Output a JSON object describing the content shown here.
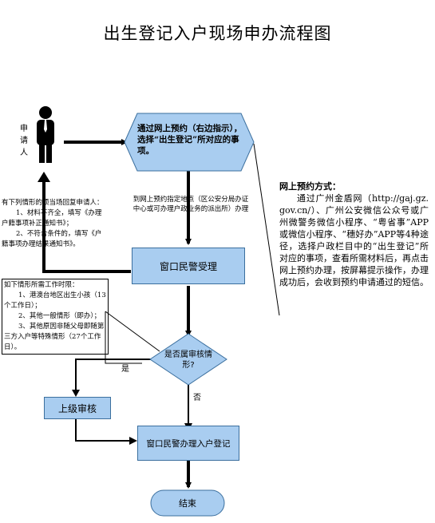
{
  "title": "出生登记入户现场申办流程图",
  "applicant_label": [
    "申",
    "请",
    "人"
  ],
  "nodes": {
    "online_booking": "通过网上预约（右边指示），选择“出生登记”所对应的事项。",
    "window_accept": "窗口民警受理",
    "decision": "是否属审核情形?",
    "superior_review": "上级审核",
    "window_register": "窗口民警办理入户登记",
    "end": "结束"
  },
  "edge_labels": {
    "to_station": "到网上预约指定地点（区公安分局办证中心或可办理户政业务的派出所）办理",
    "yes": "是",
    "no": "否"
  },
  "return_note": {
    "title": "有下列情形的须当场回复申请人：",
    "items": [
      "1、材料不齐全，填写《办理户籍事项补正通知书》；",
      "2、不符合条件的，填写《户籍事项办理结果通知书》。"
    ]
  },
  "timelimit_note": {
    "title": "如下情形所需工作时限：",
    "items": [
      "1、港澳台地区出生小孩（13个工作日）；",
      "2、其他一般情形（即办）；",
      "3、其他原因非随父母即随第三方入户等特殊情形（27个工作日）。"
    ]
  },
  "online_method": {
    "title": "网上预约方式：",
    "body": "通过广州金盾网（http://gaj.gz.gov.cn/）、广州公安微信公众号或广州微警务微信小程序、“粤省事”APP或微信小程序、“穗好办”APP等4种途径，选择户政栏目中的“出生登记”所对应的事项，查看所需材料后，再点击网上预约办理，按屏幕提示操作，办理成功后，会收到预约申请通过的短信。"
  },
  "colors": {
    "box_fill": "#a9cdf0",
    "box_border": "#3b6f9e",
    "arrow": "#000000"
  }
}
